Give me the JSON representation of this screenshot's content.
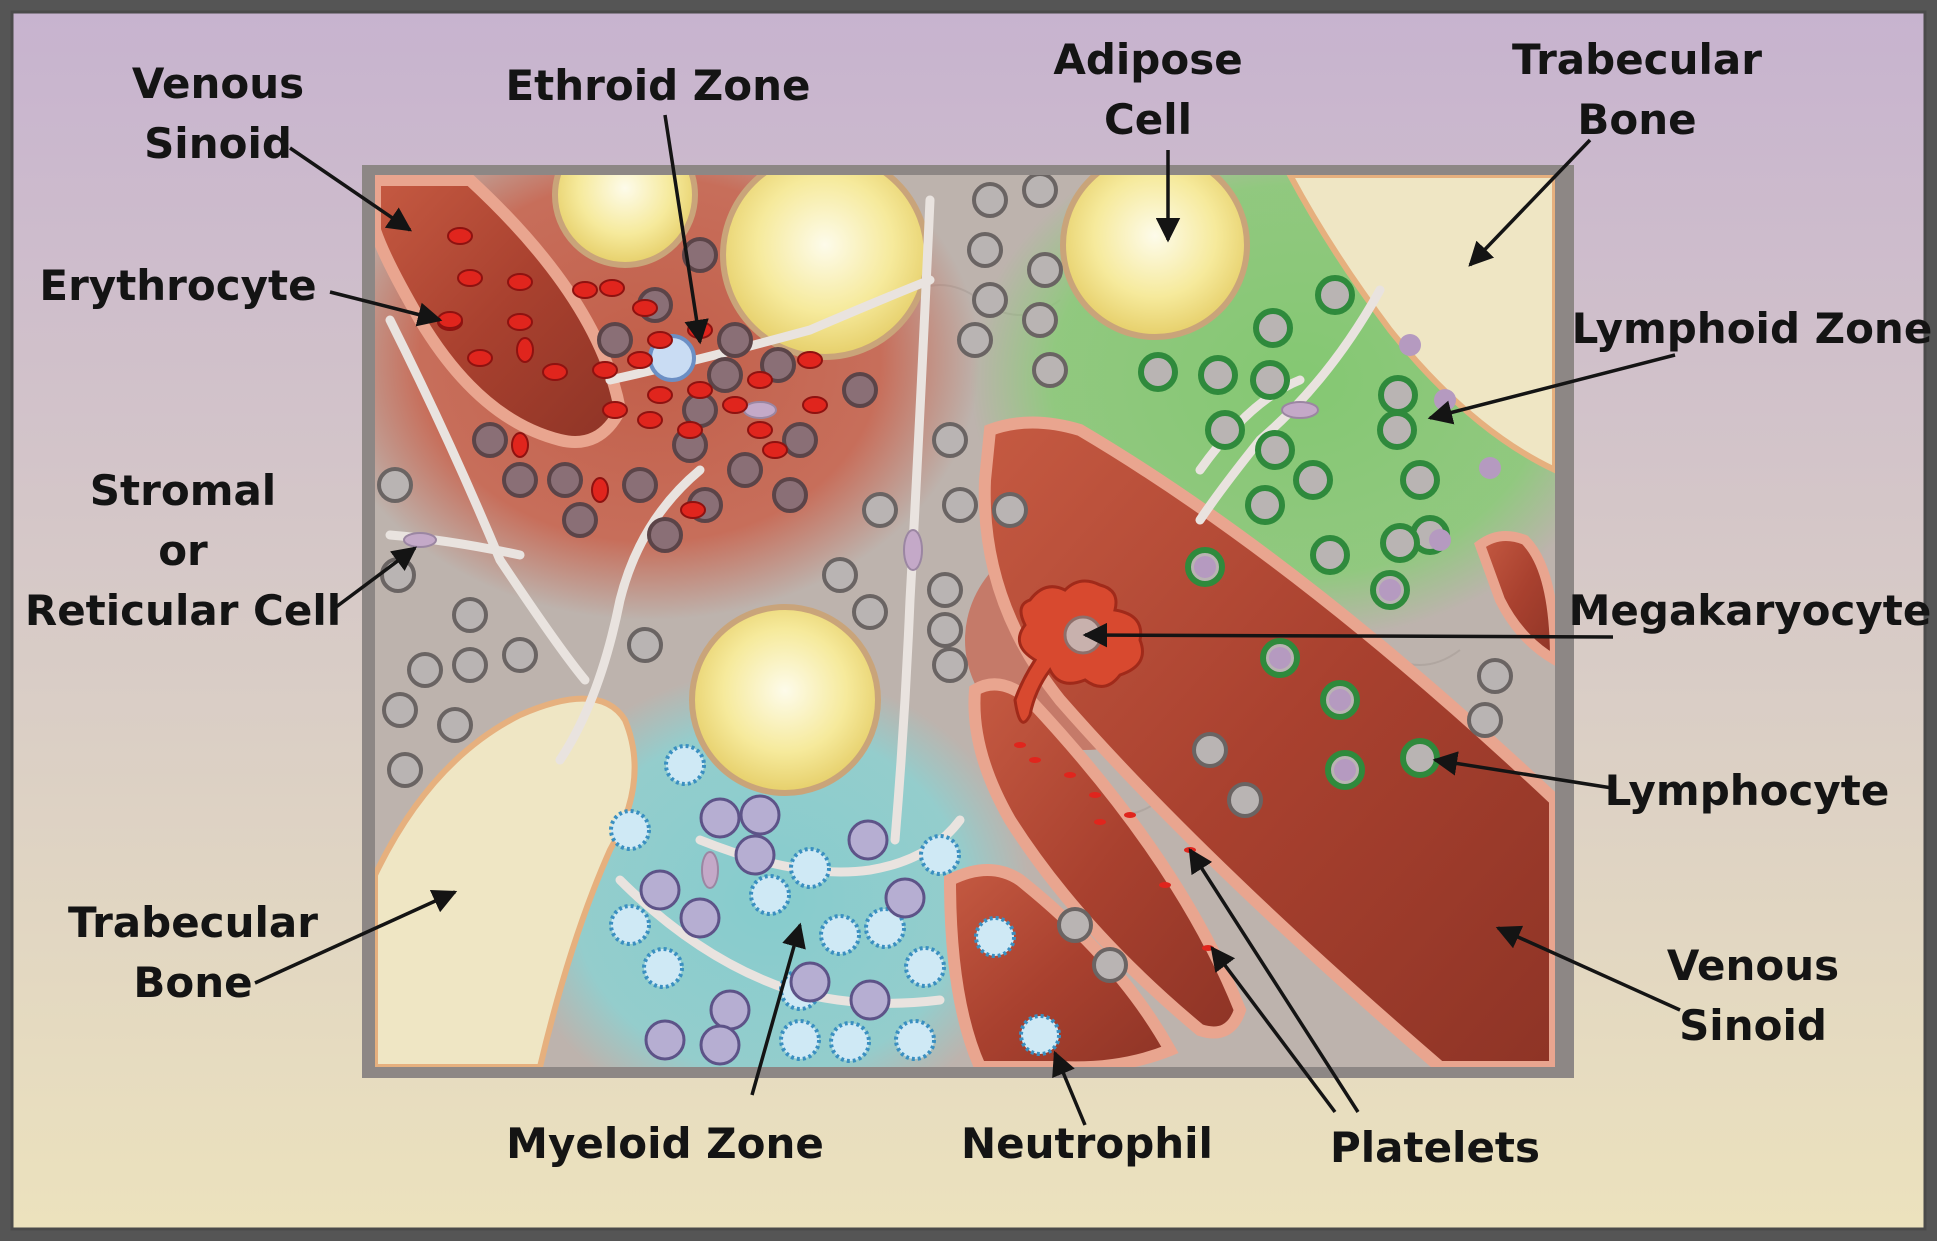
{
  "labels": {
    "venous_sinoid_top_line1": "Venous",
    "venous_sinoid_top_line2": "Sinoid",
    "ethroid_zone": "Ethroid Zone",
    "adipose_cell_line1": "Adipose",
    "adipose_cell_line2": "Cell",
    "trabecular_bone_top_line1": "Trabecular",
    "trabecular_bone_top_line2": "Bone",
    "erythrocyte": "Erythrocyte",
    "lymphoid_zone": "Lymphoid Zone",
    "stromal_line1": "Stromal",
    "stromal_line2": "or",
    "stromal_line3": "Reticular Cell",
    "megakaryocyte": "Megakaryocyte",
    "lymphocyte": "Lymphocyte",
    "trabecular_bone_bottom_line1": "Trabecular",
    "trabecular_bone_bottom_line2": "Bone",
    "venous_sinoid_bottom_line1": "Venous",
    "venous_sinoid_bottom_line2": "Sinoid",
    "myeloid_zone": "Myeloid Zone",
    "neutrophil": "Neutrophil",
    "platelets": "Platelets"
  },
  "colors": {
    "background_top": "#c7b3cf",
    "background_bottom": "#ece2bd",
    "panel_frame": "#8d8785",
    "stroma": "#bdb3ad",
    "erythroid_zone": "#c9624c",
    "lymphoid_zone": "#8ccb7a",
    "myeloid_zone": "#8fd0d0",
    "sinusoid": "#b34e3a",
    "sinusoid_wall": "#e9a58f",
    "adipocyte": "#f6ea9c",
    "bone": "#efe6c4",
    "erythrocyte": "#e0251d",
    "lymphocyte_rim": "#2f8a3c",
    "label_text": "#141414"
  }
}
